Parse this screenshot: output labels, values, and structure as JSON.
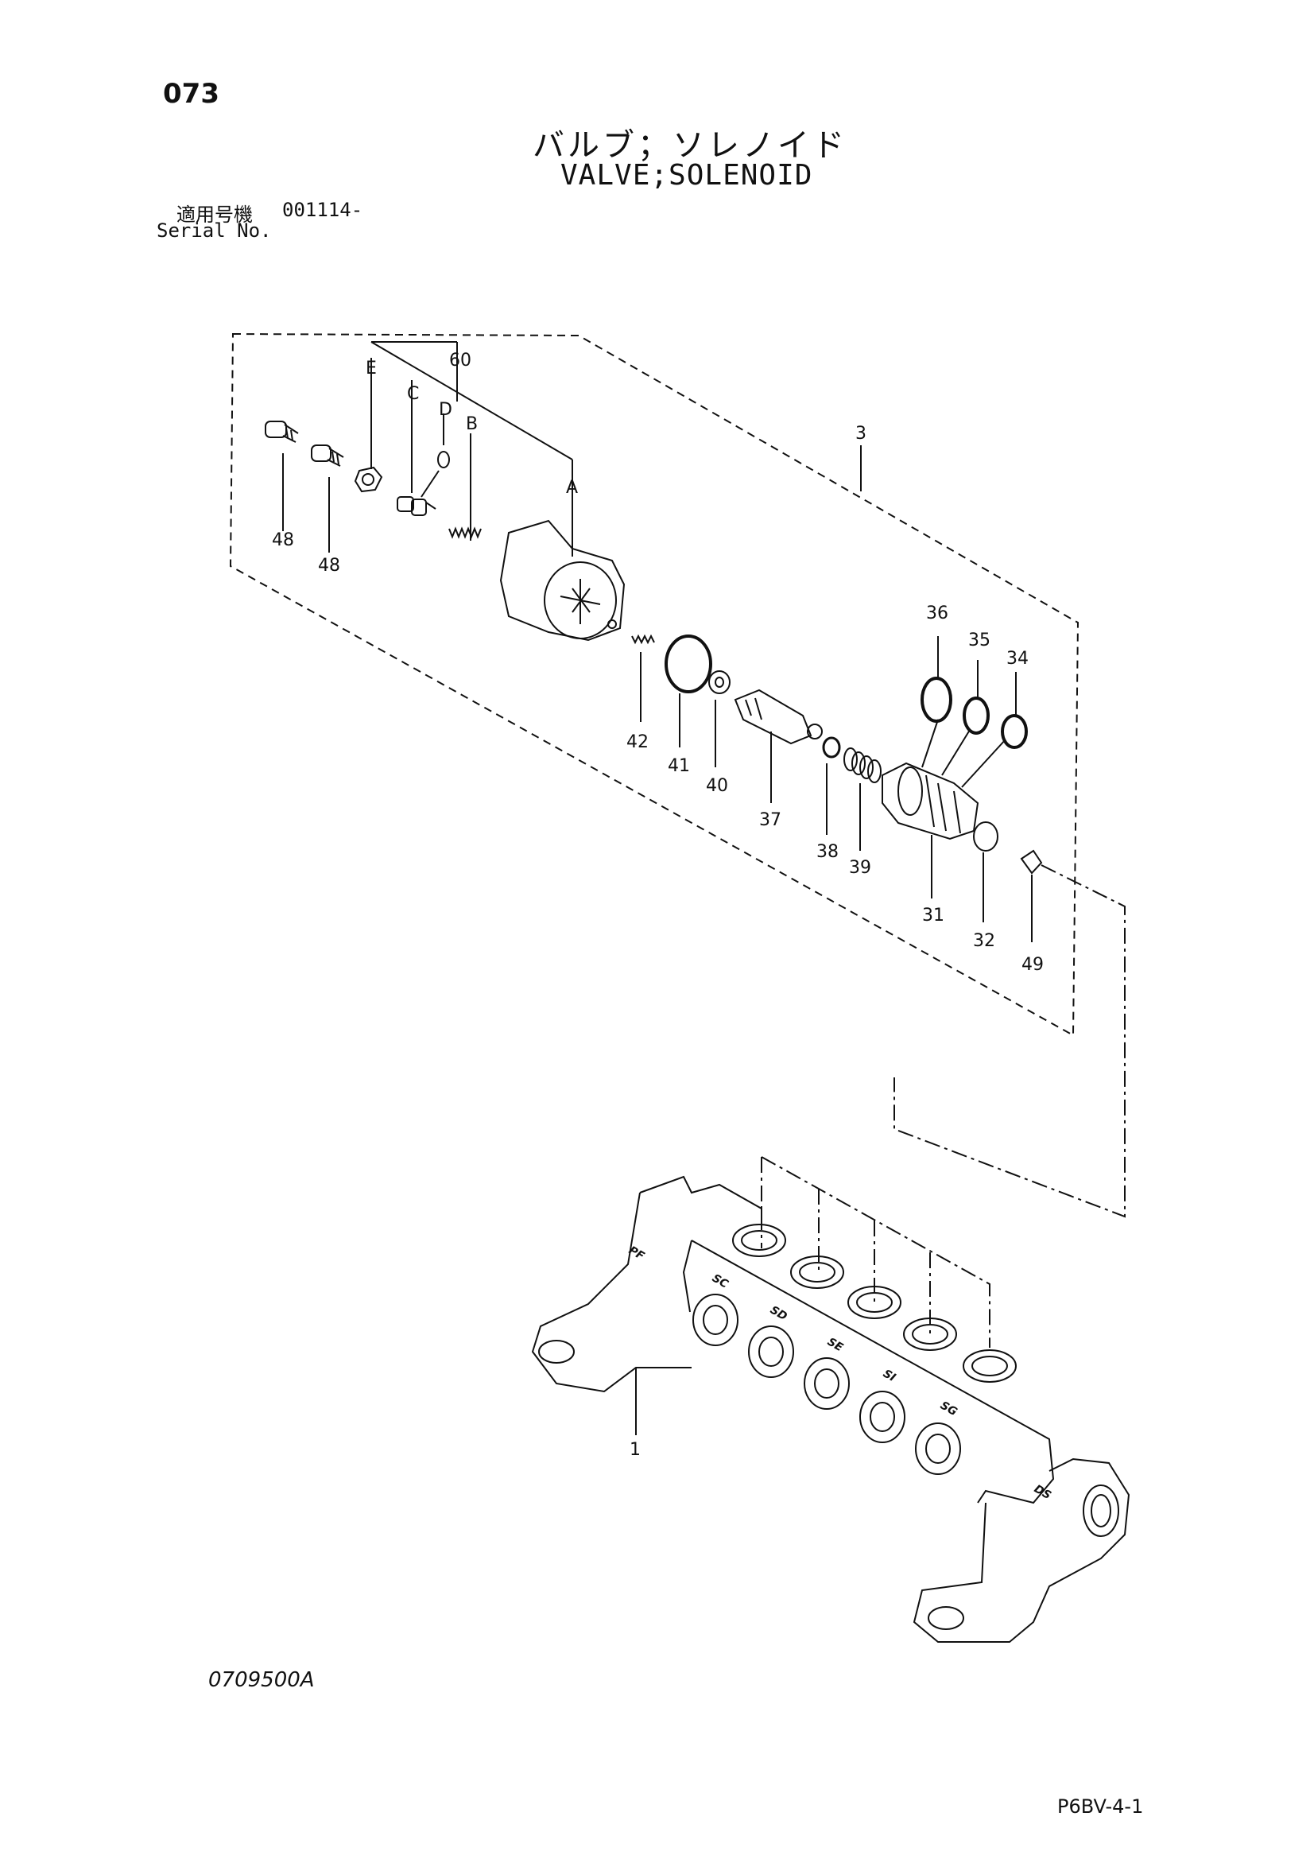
{
  "header": {
    "page_number": "073",
    "title_jp": "バルブ；ソレノイド",
    "title_en": "VALVE;SOLENOID",
    "serial_label_jp": "適用号機",
    "serial_value": "001114-",
    "serial_label_en": "Serial No."
  },
  "callouts": [
    "60",
    "E",
    "C",
    "D",
    "B",
    "A",
    "3",
    "48",
    "48",
    "36",
    "35",
    "34",
    "42",
    "41",
    "40",
    "37",
    "38",
    "39",
    "31",
    "32",
    "49",
    "1"
  ],
  "port_labels": [
    "PF",
    "SC",
    "SD",
    "SE",
    "SI",
    "SG",
    "DS"
  ],
  "footer": {
    "drawing_code": "0709500A",
    "page_code": "P6BV-4-1"
  }
}
